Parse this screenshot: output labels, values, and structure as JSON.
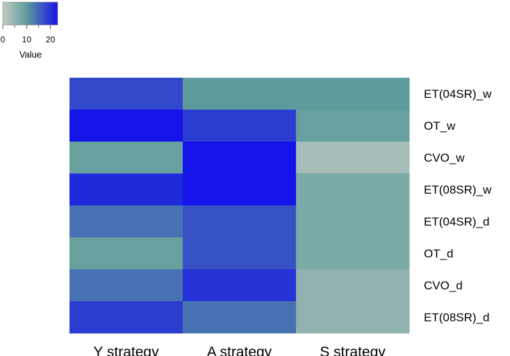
{
  "chart_data": {
    "type": "heatmap",
    "title": "",
    "columns": [
      "Y strategy",
      "A strategy",
      "S strategy"
    ],
    "rows": [
      "ET(04SR)_w",
      "OT_w",
      "CVO_w",
      "ET(08SR)_w",
      "ET(04SR)_d",
      "OT_d",
      "CVO_d",
      "ET(08SR)_d"
    ],
    "values": [
      [
        18,
        10,
        10
      ],
      [
        23,
        19,
        9
      ],
      [
        9,
        23,
        3
      ],
      [
        21,
        23,
        7
      ],
      [
        14,
        17,
        7
      ],
      [
        9,
        17,
        7
      ],
      [
        14,
        20,
        5
      ],
      [
        19,
        14,
        5
      ]
    ],
    "color_scale": {
      "min": 0,
      "max": 23,
      "low_color": "#c2cbc4",
      "mid_color": "#5f9c9b",
      "high_color": "#1414e8"
    },
    "legend": {
      "title": "Value",
      "ticks": [
        0,
        10,
        20
      ],
      "tick_labels": [
        "0",
        "10",
        "20"
      ],
      "position": "top-left"
    }
  }
}
